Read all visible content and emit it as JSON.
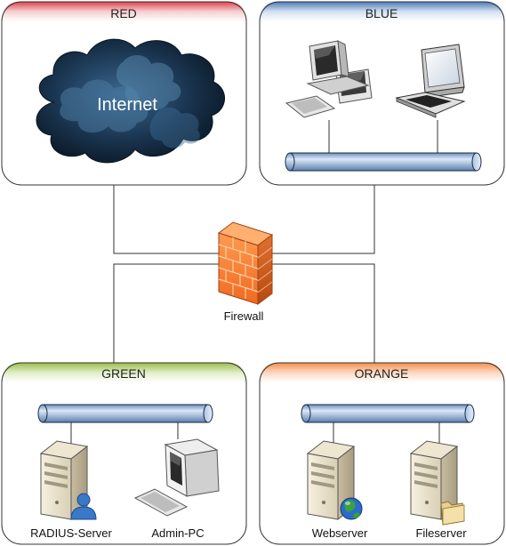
{
  "zones": {
    "red": {
      "title": "RED",
      "color": "#c0202a"
    },
    "blue": {
      "title": "BLUE",
      "color": "#3e6ea8"
    },
    "green": {
      "title": "GREEN",
      "color": "#8aaa3a"
    },
    "orange": {
      "title": "ORANGE",
      "color": "#f08a4a"
    }
  },
  "cloud": {
    "label": "Internet"
  },
  "firewall": {
    "label": "Firewall"
  },
  "devices": {
    "radius": "RADIUS-Server",
    "admin": "Admin-PC",
    "web": "Webserver",
    "file": "Fileserver"
  }
}
